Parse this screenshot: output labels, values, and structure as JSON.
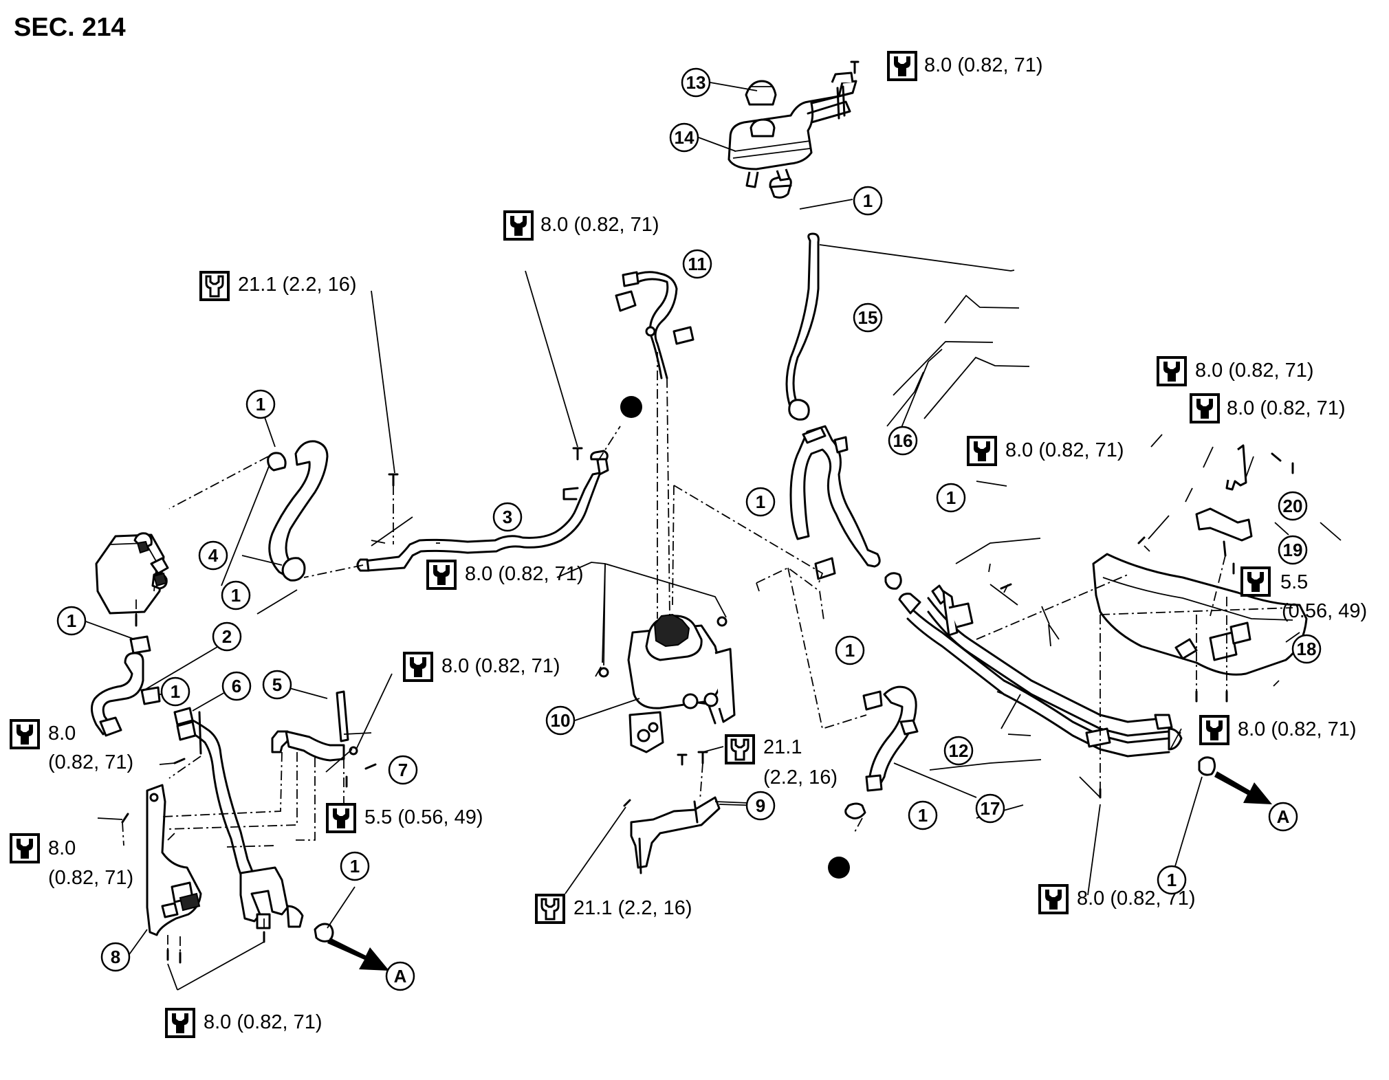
{
  "section": "SEC. 214",
  "torque_labels": [
    {
      "id": "t1",
      "line1": "8.0 (0.82, 71)",
      "line2": "",
      "icon": "torque-wrench-icon"
    },
    {
      "id": "t2",
      "line1": "8.0 (0.82, 71)",
      "line2": "",
      "icon": "torque-wrench-icon"
    },
    {
      "id": "t3",
      "line1": "21.1 (2.2, 16)",
      "line2": "",
      "icon": "torque-wrench-open-icon"
    },
    {
      "id": "t4",
      "line1": "8.0 (0.82, 71)",
      "line2": "",
      "icon": "torque-wrench-icon"
    },
    {
      "id": "t5",
      "line1": "8.0 (0.82, 71)",
      "line2": "",
      "icon": "torque-wrench-icon"
    },
    {
      "id": "t6",
      "line1": "8.0 (0.82, 71)",
      "line2": "",
      "icon": "torque-wrench-icon"
    },
    {
      "id": "t7",
      "line1": "8.0 (0.82, 71)",
      "line2": "",
      "icon": "torque-wrench-icon"
    },
    {
      "id": "t8",
      "line1": "5.5",
      "line2": "(0.56, 49)",
      "icon": "torque-wrench-icon"
    },
    {
      "id": "t9",
      "line1": "8.0 (0.82, 71)",
      "line2": "",
      "icon": "torque-wrench-icon"
    },
    {
      "id": "t10",
      "line1": "8.0",
      "line2": "(0.82, 71)",
      "icon": "torque-wrench-icon"
    },
    {
      "id": "t11",
      "line1": "21.1",
      "line2": "(2.2, 16)",
      "icon": "torque-wrench-open-icon"
    },
    {
      "id": "t12",
      "line1": "5.5 (0.56, 49)",
      "line2": "",
      "icon": "torque-wrench-icon"
    },
    {
      "id": "t13",
      "line1": "8.0",
      "line2": "(0.82, 71)",
      "icon": "torque-wrench-icon"
    },
    {
      "id": "t14",
      "line1": "21.1 (2.2, 16)",
      "line2": "",
      "icon": "torque-wrench-open-icon"
    },
    {
      "id": "t15",
      "line1": "8.0 (0.82, 71)",
      "line2": "",
      "icon": "torque-wrench-icon"
    },
    {
      "id": "t16",
      "line1": "8.0 (0.82, 71)",
      "line2": "",
      "icon": "torque-wrench-icon"
    }
  ],
  "callouts": [
    {
      "id": "c13",
      "text": "13"
    },
    {
      "id": "c14",
      "text": "14"
    },
    {
      "id": "c1a",
      "text": "1"
    },
    {
      "id": "c11",
      "text": "11"
    },
    {
      "id": "c15",
      "text": "15"
    },
    {
      "id": "c1b",
      "text": "1"
    },
    {
      "id": "c16",
      "text": "16"
    },
    {
      "id": "c1c",
      "text": "1"
    },
    {
      "id": "c20",
      "text": "20"
    },
    {
      "id": "c3",
      "text": "3"
    },
    {
      "id": "c4",
      "text": "4"
    },
    {
      "id": "c1d",
      "text": "1"
    },
    {
      "id": "c1e",
      "text": "1"
    },
    {
      "id": "c19",
      "text": "19"
    },
    {
      "id": "c1f",
      "text": "1"
    },
    {
      "id": "c2",
      "text": "2"
    },
    {
      "id": "c1g",
      "text": "1"
    },
    {
      "id": "c18",
      "text": "18"
    },
    {
      "id": "c6",
      "text": "6"
    },
    {
      "id": "c5",
      "text": "5"
    },
    {
      "id": "c1h",
      "text": "1"
    },
    {
      "id": "c10",
      "text": "10"
    },
    {
      "id": "c7",
      "text": "7"
    },
    {
      "id": "c12",
      "text": "12"
    },
    {
      "id": "c9",
      "text": "9"
    },
    {
      "id": "c17",
      "text": "17"
    },
    {
      "id": "c1i",
      "text": "1"
    },
    {
      "id": "c1j",
      "text": "1"
    },
    {
      "id": "c1k",
      "text": "1"
    },
    {
      "id": "c8",
      "text": "8"
    },
    {
      "id": "cAl",
      "text": "A"
    },
    {
      "id": "cAr",
      "text": "A"
    }
  ]
}
